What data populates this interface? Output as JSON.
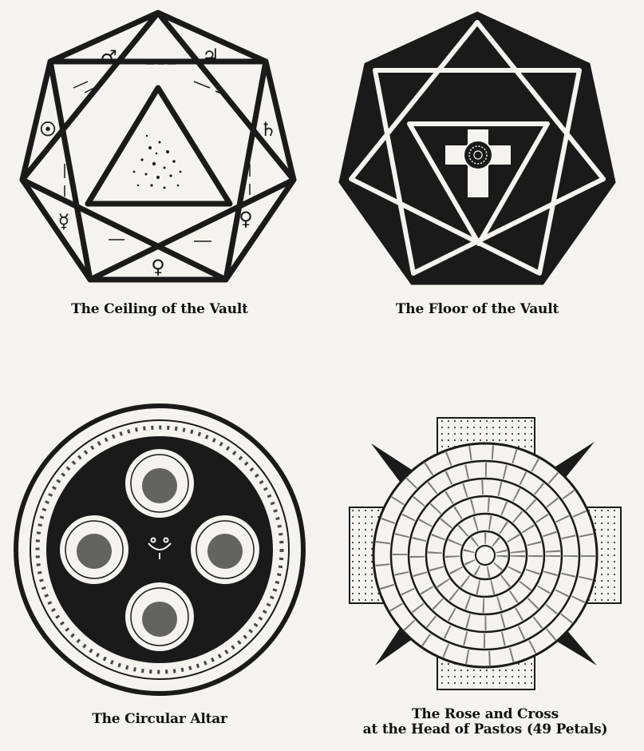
{
  "captions": {
    "ceiling": "The Ceiling of the Vault",
    "floor": "The Floor of the Vault",
    "altar": "The Circular Altar",
    "rose_line1": "The Rose and Cross",
    "rose_line2": "at the Head of Pastos (49 Petals)"
  },
  "ceiling_symbols": [
    "♂",
    "♃",
    "♄",
    "♀",
    "♀",
    "☿",
    "☉"
  ],
  "colors": {
    "ink": "#1a1a1a",
    "paper": "#f4f3ef"
  }
}
